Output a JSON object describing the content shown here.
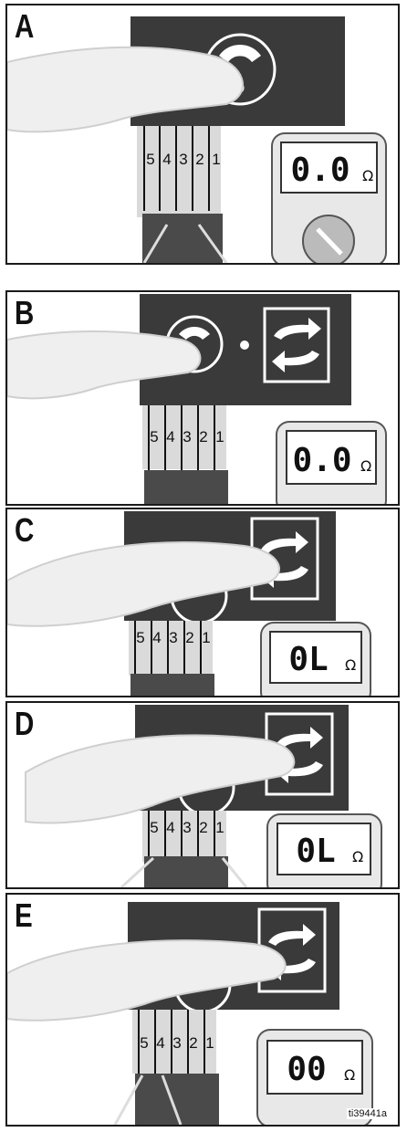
{
  "figure": {
    "document_id": "ti39441a",
    "panels": [
      {
        "id": "A",
        "letter": "A",
        "pins": [
          "5",
          "4",
          "3",
          "2",
          "1"
        ],
        "meter_reading": "0.0",
        "meter_unit": "Ω"
      },
      {
        "id": "B",
        "letter": "B",
        "pins": [
          "5",
          "4",
          "3",
          "2",
          "1"
        ],
        "meter_reading": "0.0",
        "meter_unit": "Ω"
      },
      {
        "id": "C",
        "letter": "C",
        "pins": [
          "5",
          "4",
          "3",
          "2",
          "1"
        ],
        "meter_reading": "0L",
        "meter_unit": "Ω"
      },
      {
        "id": "D",
        "letter": "D",
        "pins": [
          "5",
          "4",
          "3",
          "2",
          "1"
        ],
        "meter_reading": "0L",
        "meter_unit": "Ω"
      },
      {
        "id": "E",
        "letter": "E",
        "pins": [
          "5",
          "4",
          "3",
          "2",
          "1"
        ],
        "meter_reading": "00",
        "meter_unit": "Ω"
      }
    ]
  },
  "icons": {
    "dispense_key": "dispense-dial-icon",
    "recirculate_key": "recirculate-arrows-icon",
    "finger": "pointing-finger-icon"
  },
  "colors": {
    "key_panel": "#3a3a3a",
    "meter_body": "#e8e8e8",
    "connector": "#4a4a4a"
  }
}
